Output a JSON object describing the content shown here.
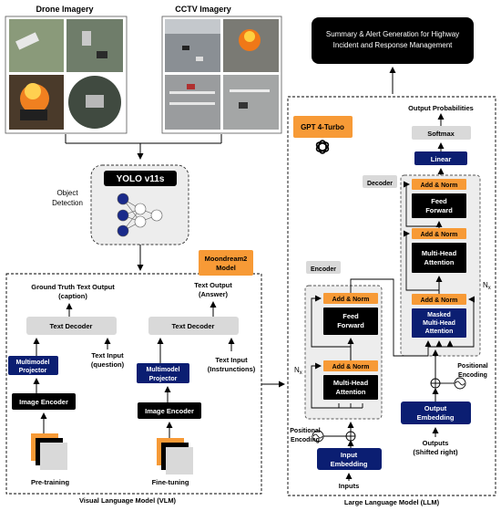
{
  "colors": {
    "black": "#000000",
    "navy": "#0b1e72",
    "orange": "#f79a36",
    "lightgray": "#d9d9d9",
    "panelgray": "#ededed"
  },
  "top": {
    "drone_label": "Drone Imagery",
    "cctv_label": "CCTV Imagery",
    "summary_line1": "Summary & Alert Generation for Highway",
    "summary_line2": "Incident and Response Management"
  },
  "yolo": {
    "title": "YOLO v11s",
    "caption_line1": "Object",
    "caption_line2": "Detection"
  },
  "vlm": {
    "moondream_line1": "Moondream2",
    "moondream_line2": "Model",
    "pre": {
      "output_line1": "Ground Truth Text Output",
      "output_line2": "(caption)",
      "decoder": "Text Decoder",
      "projector_line1": "Multimodel",
      "projector_line2": "Projector",
      "text_input_line1": "Text Input",
      "text_input_line2": "(question)",
      "encoder": "Image Encoder",
      "caption": "Pre-training"
    },
    "fine": {
      "output_line1": "Text Output",
      "output_line2": "(Answer)",
      "decoder": "Text Decoder",
      "projector_line1": "Multimodel",
      "projector_line2": "Projector",
      "text_input_line1": "Text Input",
      "text_input_line2": "(Instrunctions)",
      "encoder": "Image Encoder",
      "caption": "Fine-tuning"
    },
    "footer": "Visual Language Model (VLM)"
  },
  "llm": {
    "gpt_label": "GPT 4-Turbo",
    "output_probabilities": "Output Probabilities",
    "softmax": "Softmax",
    "linear": "Linear",
    "decoder_label": "Decoder",
    "encoder_label": "Encoder",
    "add_norm": "Add & Norm",
    "feed_forward_line1": "Feed",
    "feed_forward_line2": "Forward",
    "mha_line1": "Multi-Head",
    "mha_line2": "Attention",
    "masked_line1": "Masked",
    "masked_line2": "Multi-Head",
    "masked_line3": "Attention",
    "nx_base": "N",
    "nx_sub": "x",
    "positional_line1": "Positional",
    "positional_line2": "Encoding",
    "input_emb_line1": "Input",
    "input_emb_line2": "Embedding",
    "output_emb_line1": "Output",
    "output_emb_line2": "Embedding",
    "inputs": "Inputs",
    "outputs_line1": "Outputs",
    "outputs_line2": "(Shifted right)",
    "footer": "Large Language Model (LLM)"
  }
}
